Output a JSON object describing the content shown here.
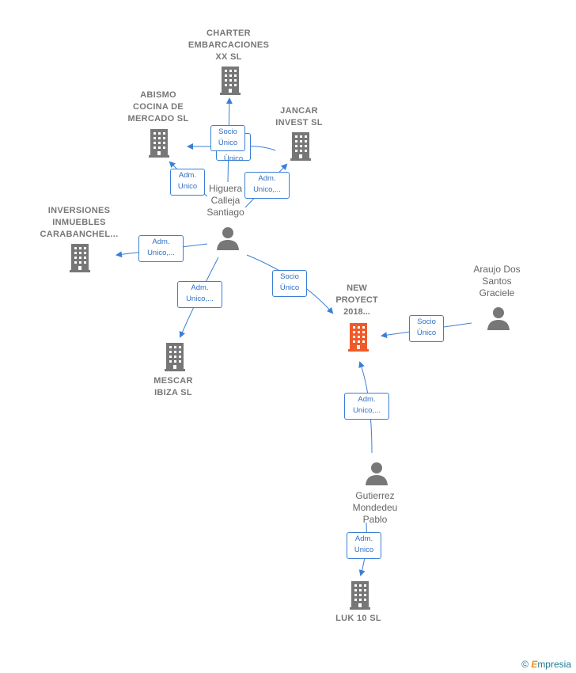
{
  "nodes": {
    "charter": "CHARTER\nEMBARCACIONES\nXX  SL",
    "abismo": "ABISMO\nCOCINA DE\nMERCADO  SL",
    "jancar": "JANCAR\nINVEST  SL",
    "inversiones": "INVERSIONES\nINMUEBLES\nCARABANCHEL...",
    "higuera": "Higuera\nCalleja\nSantiago",
    "new_proyect": "NEW\nPROYECT\n2018...",
    "araujo": "Araujo Dos\nSantos\nGraciele",
    "mescar": "MESCAR\nIBIZA  SL",
    "gutierrez": "Gutierrez\nMondedeu\nPablo",
    "luk": "LUK 10 SL"
  },
  "edges": {
    "charter_socio": "Socio\nÚnico",
    "charter_socio_2": "Socio\nÚnico",
    "abismo_adm": "Adm.\nUnico",
    "jancar_adm": "Adm.\nUnico,...",
    "inversiones_adm": "Adm.\nUnico,...",
    "mescar_adm": "Adm.\nUnico,...",
    "newproyect_socio": "Socio\nÚnico",
    "araujo_socio": "Socio\nÚnico",
    "gutierrez_adm": "Adm.\nUnico,...",
    "luk_adm": "Adm.\nUnico"
  },
  "colors": {
    "edge": "#3a7fd5",
    "building": "#777777",
    "highlight": "#f05a28",
    "person": "#777777"
  },
  "brand": {
    "symbol": "©",
    "initial": "E",
    "rest": "mpresia"
  }
}
